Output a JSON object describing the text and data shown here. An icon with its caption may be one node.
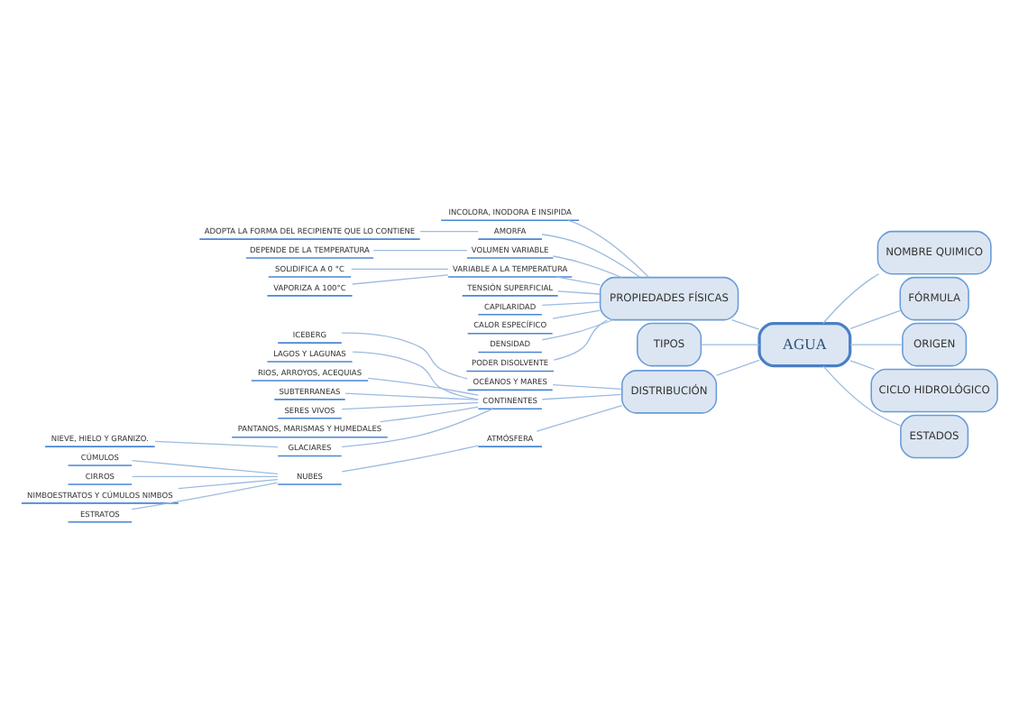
{
  "diagram": {
    "nodes": [
      {
        "text": [
          "AGUA"
        ]
      },
      {
        "text": [
          "PROPIEDADES FÍSICAS"
        ]
      },
      {
        "text": [
          "INCOLORA, INODORA E INSIPIDA"
        ]
      },
      {
        "text": [
          "AMORFA"
        ]
      },
      {
        "text": [
          "ADOPTA LA FORMA DEL RECIPIENTE QUE LO CONTIENE"
        ]
      },
      {
        "text": [
          "VOLUMEN VARIABLE"
        ]
      },
      {
        "text": [
          "DEPENDE DE LA TEMPERATURA"
        ]
      },
      {
        "text": [
          "VARIABLE A LA TEMPERATURA"
        ]
      },
      {
        "text": [
          "SOLIDIFICA A 0 °C"
        ]
      },
      {
        "text": [
          "VAPORIZA A 100°C"
        ]
      },
      {
        "text": [
          "TENSIÓN SUPERFICIAL"
        ]
      },
      {
        "text": [
          "CAPILARIDAD"
        ]
      },
      {
        "text": [
          "CALOR ESPECÍFICO"
        ]
      },
      {
        "text": [
          "DENSIDAD"
        ]
      },
      {
        "text": [
          "PODER DISOLVENTE"
        ]
      },
      {
        "text": [
          "NOMBRE QUIMICO"
        ]
      },
      {
        "text": [
          "FÓRMULA"
        ]
      },
      {
        "text": [
          "TIPOS"
        ]
      },
      {
        "text": [
          "ORIGEN"
        ]
      },
      {
        "text": [
          "CICLO HIDROLÓGICO"
        ]
      },
      {
        "text": [
          "ESTADOS"
        ]
      },
      {
        "text": [
          "DISTRIBUCIÓN"
        ]
      },
      {
        "text": [
          "OCÉANOS Y MARES"
        ]
      },
      {
        "text": [
          "ICEBERG"
        ]
      },
      {
        "text": [
          "CONTINENTES"
        ]
      },
      {
        "text": [
          "LAGOS Y LAGUNAS"
        ]
      },
      {
        "text": [
          "RIOS, ARROYOS, ACEQUIAS"
        ]
      },
      {
        "text": [
          "SUBTERRANEAS"
        ]
      },
      {
        "text": [
          "SERES VIVOS"
        ]
      },
      {
        "text": [
          "PANTANOS, MARISMAS Y HUMEDALES"
        ]
      },
      {
        "text": [
          "GLACIARES"
        ]
      },
      {
        "text": [
          "NIEVE, HIELO Y GRANIZO."
        ]
      },
      {
        "text": [
          "ATMÓSFERA"
        ]
      },
      {
        "text": [
          "NUBES"
        ]
      },
      {
        "text": [
          "CÚMULOS"
        ]
      },
      {
        "text": [
          "CIRROS"
        ]
      },
      {
        "text": [
          "NIMBOESTRATOS Y CÚMULOS NIMBOS"
        ]
      },
      {
        "text": [
          "ESTRATOS"
        ]
      }
    ],
    "edges": [
      {
        "from": 0,
        "to": 1,
        "arrow": "none"
      },
      {
        "from": 1,
        "to": 2,
        "arrow": "none"
      },
      {
        "from": 1,
        "to": 3,
        "arrow": "none"
      },
      {
        "from": 3,
        "to": 4,
        "arrow": "none"
      },
      {
        "from": 1,
        "to": 5,
        "arrow": "none"
      },
      {
        "from": 5,
        "to": 6,
        "arrow": "none"
      },
      {
        "from": 1,
        "to": 7,
        "arrow": "none"
      },
      {
        "from": 7,
        "to": 8,
        "arrow": "none"
      },
      {
        "from": 7,
        "to": 9,
        "arrow": "none"
      },
      {
        "from": 1,
        "to": 10,
        "arrow": "none"
      },
      {
        "from": 1,
        "to": 11,
        "arrow": "none"
      },
      {
        "from": 1,
        "to": 12,
        "arrow": "none"
      },
      {
        "from": 1,
        "to": 13,
        "arrow": "none"
      },
      {
        "from": 1,
        "to": 14,
        "arrow": "none"
      },
      {
        "from": 0,
        "to": 15,
        "arrow": "none"
      },
      {
        "from": 0,
        "to": 16,
        "arrow": "none"
      },
      {
        "from": 0,
        "to": 17,
        "arrow": "none"
      },
      {
        "from": 0,
        "to": 18,
        "arrow": "none"
      },
      {
        "from": 0,
        "to": 19,
        "arrow": "none"
      },
      {
        "from": 0,
        "to": 20,
        "arrow": "none"
      },
      {
        "from": 0,
        "to": 21,
        "arrow": "none"
      },
      {
        "from": 21,
        "to": 22,
        "arrow": "none"
      },
      {
        "from": 22,
        "to": 23,
        "arrow": "none"
      },
      {
        "from": 21,
        "to": 24,
        "arrow": "none"
      },
      {
        "from": 24,
        "to": 25,
        "arrow": "none"
      },
      {
        "from": 24,
        "to": 26,
        "arrow": "none"
      },
      {
        "from": 24,
        "to": 27,
        "arrow": "none"
      },
      {
        "from": 24,
        "to": 28,
        "arrow": "none"
      },
      {
        "from": 24,
        "to": 29,
        "arrow": "none"
      },
      {
        "from": 24,
        "to": 30,
        "arrow": "none"
      },
      {
        "from": 30,
        "to": 31,
        "arrow": "none"
      },
      {
        "from": 21,
        "to": 32,
        "arrow": "none"
      },
      {
        "from": 32,
        "to": 33,
        "arrow": "none"
      },
      {
        "from": 33,
        "to": 34,
        "arrow": "none"
      },
      {
        "from": 33,
        "to": 35,
        "arrow": "none"
      },
      {
        "from": 33,
        "to": 36,
        "arrow": "none"
      },
      {
        "from": 33,
        "to": 37,
        "arrow": "none"
      }
    ]
  }
}
